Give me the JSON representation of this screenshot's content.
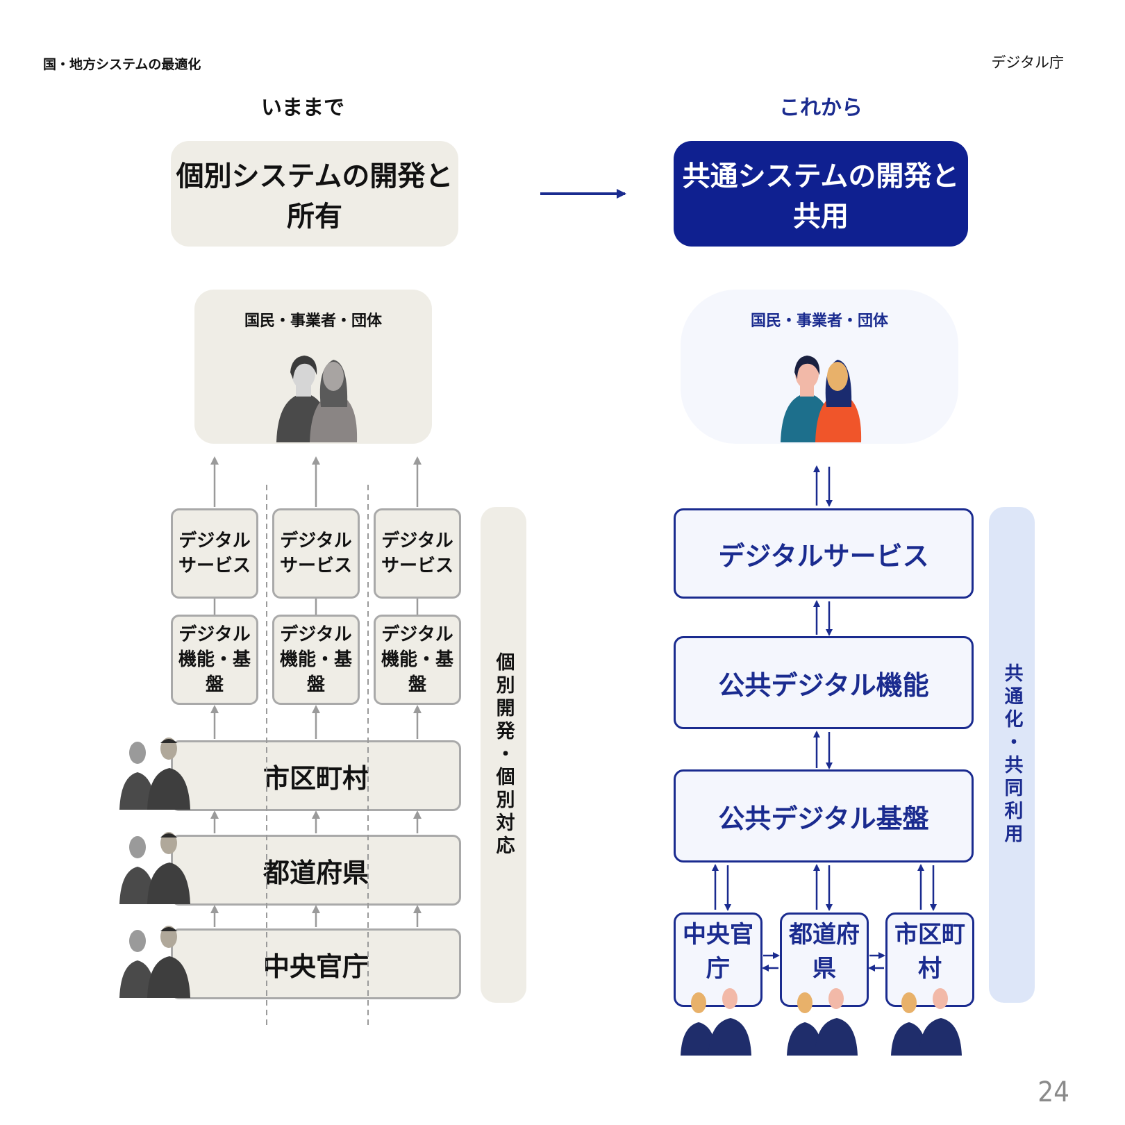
{
  "header": {
    "section_title": "国・地方システムの最適化",
    "org_name": "デジタル庁",
    "page_number": "24"
  },
  "before": {
    "heading": "いままで",
    "system_title": "個別システムの開発と所有",
    "citizens_label": "国民・事業者・団体",
    "columns": [
      {
        "service": "デジタル\nサービス",
        "function": "デジタル\n機能・基盤"
      },
      {
        "service": "デジタル\nサービス",
        "function": "デジタル\n機能・基盤"
      },
      {
        "service": "デジタル\nサービス",
        "function": "デジタル\n機能・基盤"
      }
    ],
    "layers": [
      "市区町村",
      "都道府県",
      "中央官庁"
    ],
    "side_label": "個別開発・個別対応"
  },
  "after": {
    "heading": "これから",
    "system_title": "共通システムの開発と共用",
    "citizens_label": "国民・事業者・団体",
    "layers": [
      "デジタルサービス",
      "公共デジタル機能",
      "公共デジタル基盤"
    ],
    "bodies": [
      "中央官庁",
      "都道府県",
      "市区町村"
    ],
    "side_label": "共通化・共同利用"
  },
  "colors": {
    "brand_blue": "#1a2b8f",
    "beige": "#efede6",
    "light_blue_panel": "#dde6f8"
  }
}
